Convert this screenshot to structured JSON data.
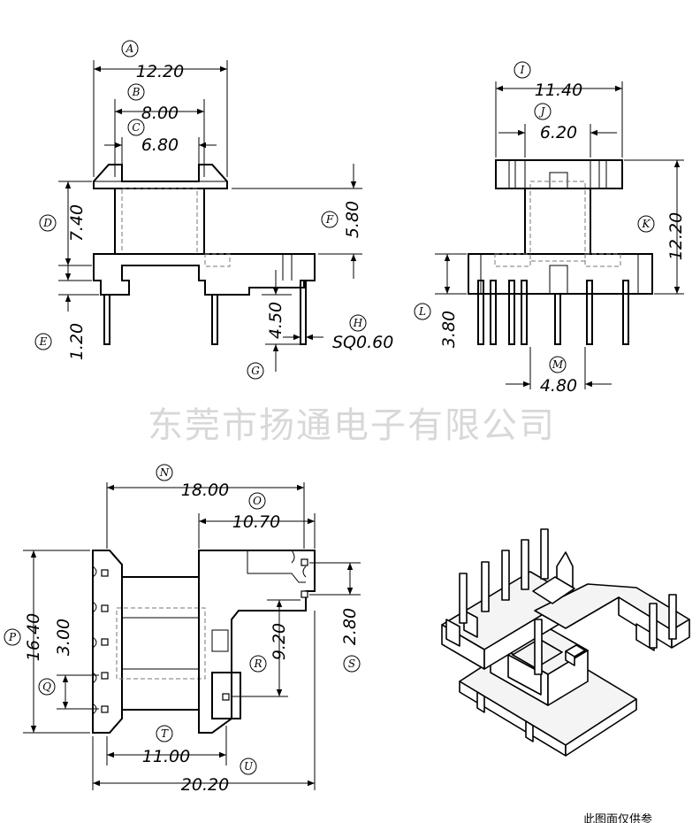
{
  "watermark": "东莞市扬通电子有限公司",
  "footer_text": "此图面仅供参",
  "front_view": {
    "A": {
      "label": "A",
      "value": "12.20"
    },
    "B": {
      "label": "B",
      "value": "8.00"
    },
    "C": {
      "label": "C",
      "value": "6.80"
    },
    "D": {
      "label": "D",
      "value": "7.40"
    },
    "E": {
      "label": "E",
      "value": "1.20"
    },
    "F": {
      "label": "F",
      "value": "5.80"
    },
    "G": {
      "label": "G",
      "value": "4.50"
    },
    "H": {
      "label": "H",
      "value": "SQ0.60"
    }
  },
  "side_view": {
    "I": {
      "label": "I",
      "value": "11.40"
    },
    "J": {
      "label": "J",
      "value": "6.20"
    },
    "K": {
      "label": "K",
      "value": "12.20"
    },
    "L": {
      "label": "L",
      "value": "3.80"
    },
    "M": {
      "label": "M",
      "value": "4.80"
    }
  },
  "bottom_view": {
    "N": {
      "label": "N",
      "value": "18.00"
    },
    "O": {
      "label": "O",
      "value": "10.70"
    },
    "P": {
      "label": "P",
      "value": "16.40"
    },
    "Q": {
      "label": "Q",
      "value": "3.00"
    },
    "R": {
      "label": "R",
      "value": "9.20"
    },
    "S": {
      "label": "S",
      "value": "2.80"
    },
    "T": {
      "label": "T",
      "value": "11.00"
    },
    "U": {
      "label": "U",
      "value": "20.20"
    }
  }
}
